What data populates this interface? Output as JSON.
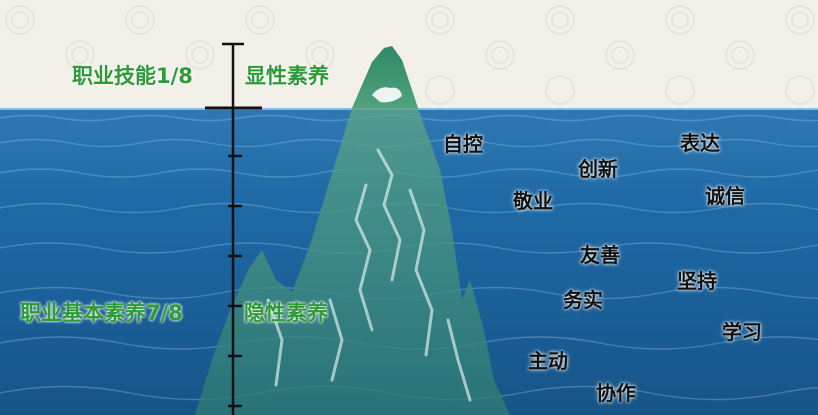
{
  "scale_labels": {
    "top": "职业技能1/8",
    "top_side": "显性素养",
    "bottom": "职业基本素养7/8",
    "bottom_side": "隐性素养"
  },
  "qualities": [
    "自控",
    "表达",
    "创新",
    "敬业",
    "诚信",
    "友善",
    "坚持",
    "务实",
    "学习",
    "主动",
    "协作"
  ],
  "colors": {
    "label_green": "#2e9a38",
    "sea": "#1f6aa6",
    "sky": "#f2f0e8"
  }
}
